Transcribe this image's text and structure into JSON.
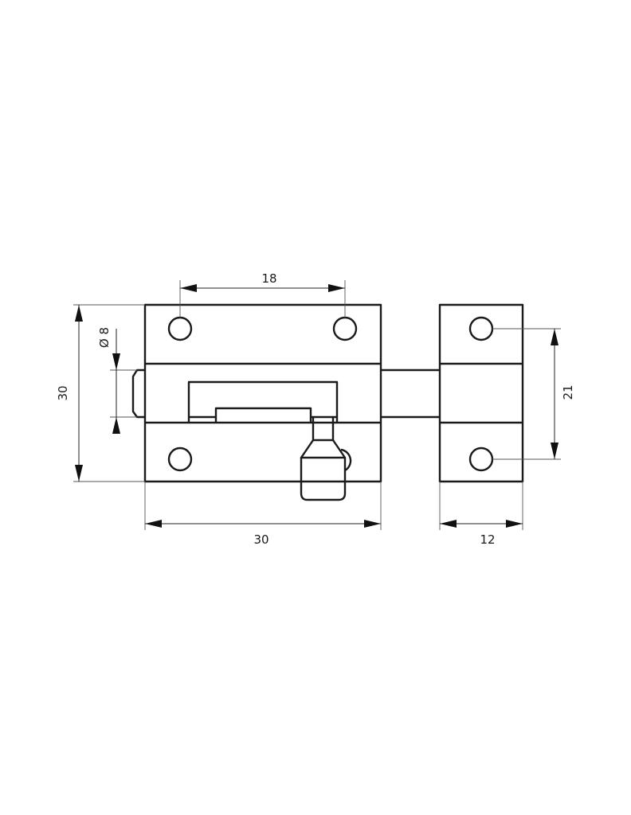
{
  "drawing": {
    "title": "Barrel bolt technical drawing",
    "stroke_color": "#1a1a1a",
    "background": "#ffffff"
  },
  "dimensions": {
    "hole_spacing_top": {
      "label": "18",
      "value": 18
    },
    "body_height": {
      "label": "30",
      "value": 30
    },
    "bolt_diameter": {
      "label": "Ø 8",
      "value": 8
    },
    "body_length": {
      "label": "30",
      "value": 30
    },
    "keeper_width": {
      "label": "12",
      "value": 12
    },
    "keeper_hole_spacing": {
      "label": "21",
      "value": 21
    }
  }
}
